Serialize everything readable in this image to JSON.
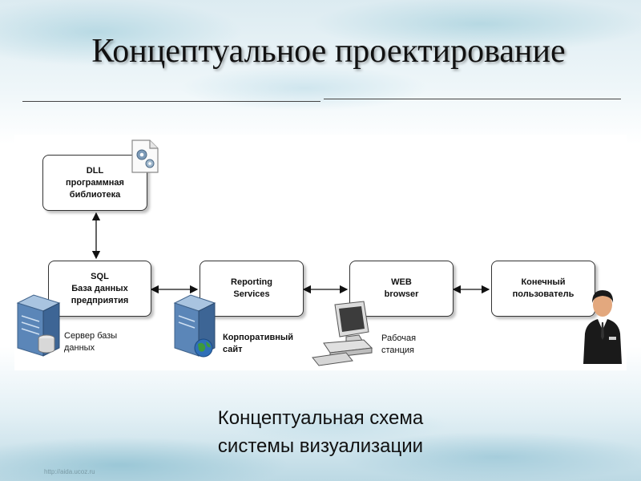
{
  "slide": {
    "title": "Концептуальное проектирование",
    "subtitle_line1": "Концептуальная схема",
    "subtitle_line2": "системы визуализации",
    "footer_url": "http://aida.ucoz.ru"
  },
  "diagram": {
    "dll_box": "DLL\nпрограммная\nбиблиотека",
    "sql_box": "SQL\nБаза данных\nпредприятия",
    "reporting_box": "Reporting\nServices",
    "web_box": "WEB\nbrowser",
    "user_box": "Конечный\nпользователь",
    "db_server_label": "Сервер базы\nданных",
    "corporate_site_label": "Корпоративный\nсайт",
    "workstation_label": "Рабочая\nстанция"
  },
  "colors": {
    "box_border": "#333333",
    "server_blue": "#5b86b8",
    "globe_green": "#3d9a3d",
    "user_suit": "#1a1a1a",
    "user_skin": "#e3a87e"
  },
  "icons": [
    "dll-gear-icon",
    "database-server-icon",
    "web-server-icon",
    "workstation-icon",
    "user-icon"
  ]
}
